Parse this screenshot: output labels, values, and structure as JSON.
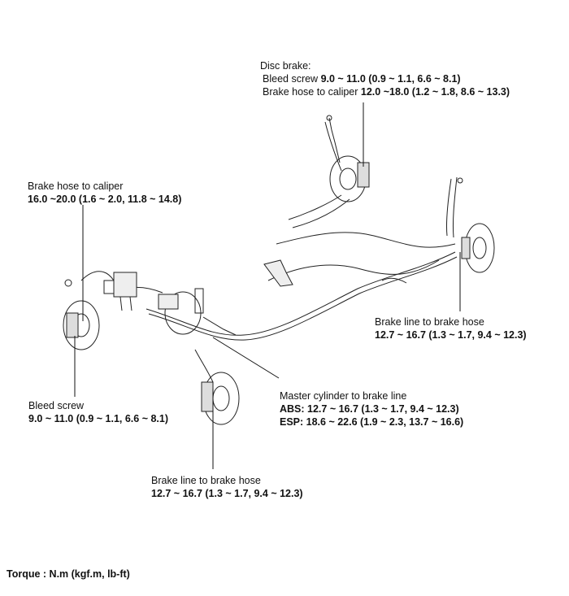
{
  "callouts": {
    "disc_brake": {
      "title": "Disc brake:",
      "bleed_label": "Bleed screw ",
      "bleed_value": "9.0 ~ 11.0 (0.9 ~ 1.1, 6.6 ~ 8.1)",
      "hose_label": "Brake hose to caliper ",
      "hose_value": "12.0 ~18.0 (1.2 ~ 1.8, 8.6 ~ 13.3)"
    },
    "front_hose_caliper": {
      "label": "Brake hose to caliper",
      "value": "16.0 ~20.0 (1.6 ~ 2.0, 11.8 ~ 14.8)"
    },
    "rear_line_hose": {
      "label": "Brake line to brake hose",
      "value": "12.7 ~ 16.7 (1.3 ~ 1.7, 9.4 ~ 12.3)"
    },
    "front_bleed": {
      "label": "Bleed screw",
      "value": "9.0 ~ 11.0 (0.9 ~ 1.1, 6.6 ~ 8.1)"
    },
    "master_cylinder": {
      "label": "Master cylinder to brake line",
      "abs_label": "ABS: ",
      "abs_value": "12.7 ~ 16.7 (1.3 ~ 1.7, 9.4 ~ 12.3)",
      "esp_label": "ESP: ",
      "esp_value": "18.6 ~ 22.6 (1.9 ~ 2.3, 13.7 ~ 16.6)"
    },
    "front_line_hose": {
      "label": "Brake line to brake hose",
      "value": "12.7 ~ 16.7 (1.3 ~ 1.7, 9.4 ~ 12.3)"
    }
  },
  "torque_unit": "Torque : N.m (kgf.m, lb-ft)"
}
